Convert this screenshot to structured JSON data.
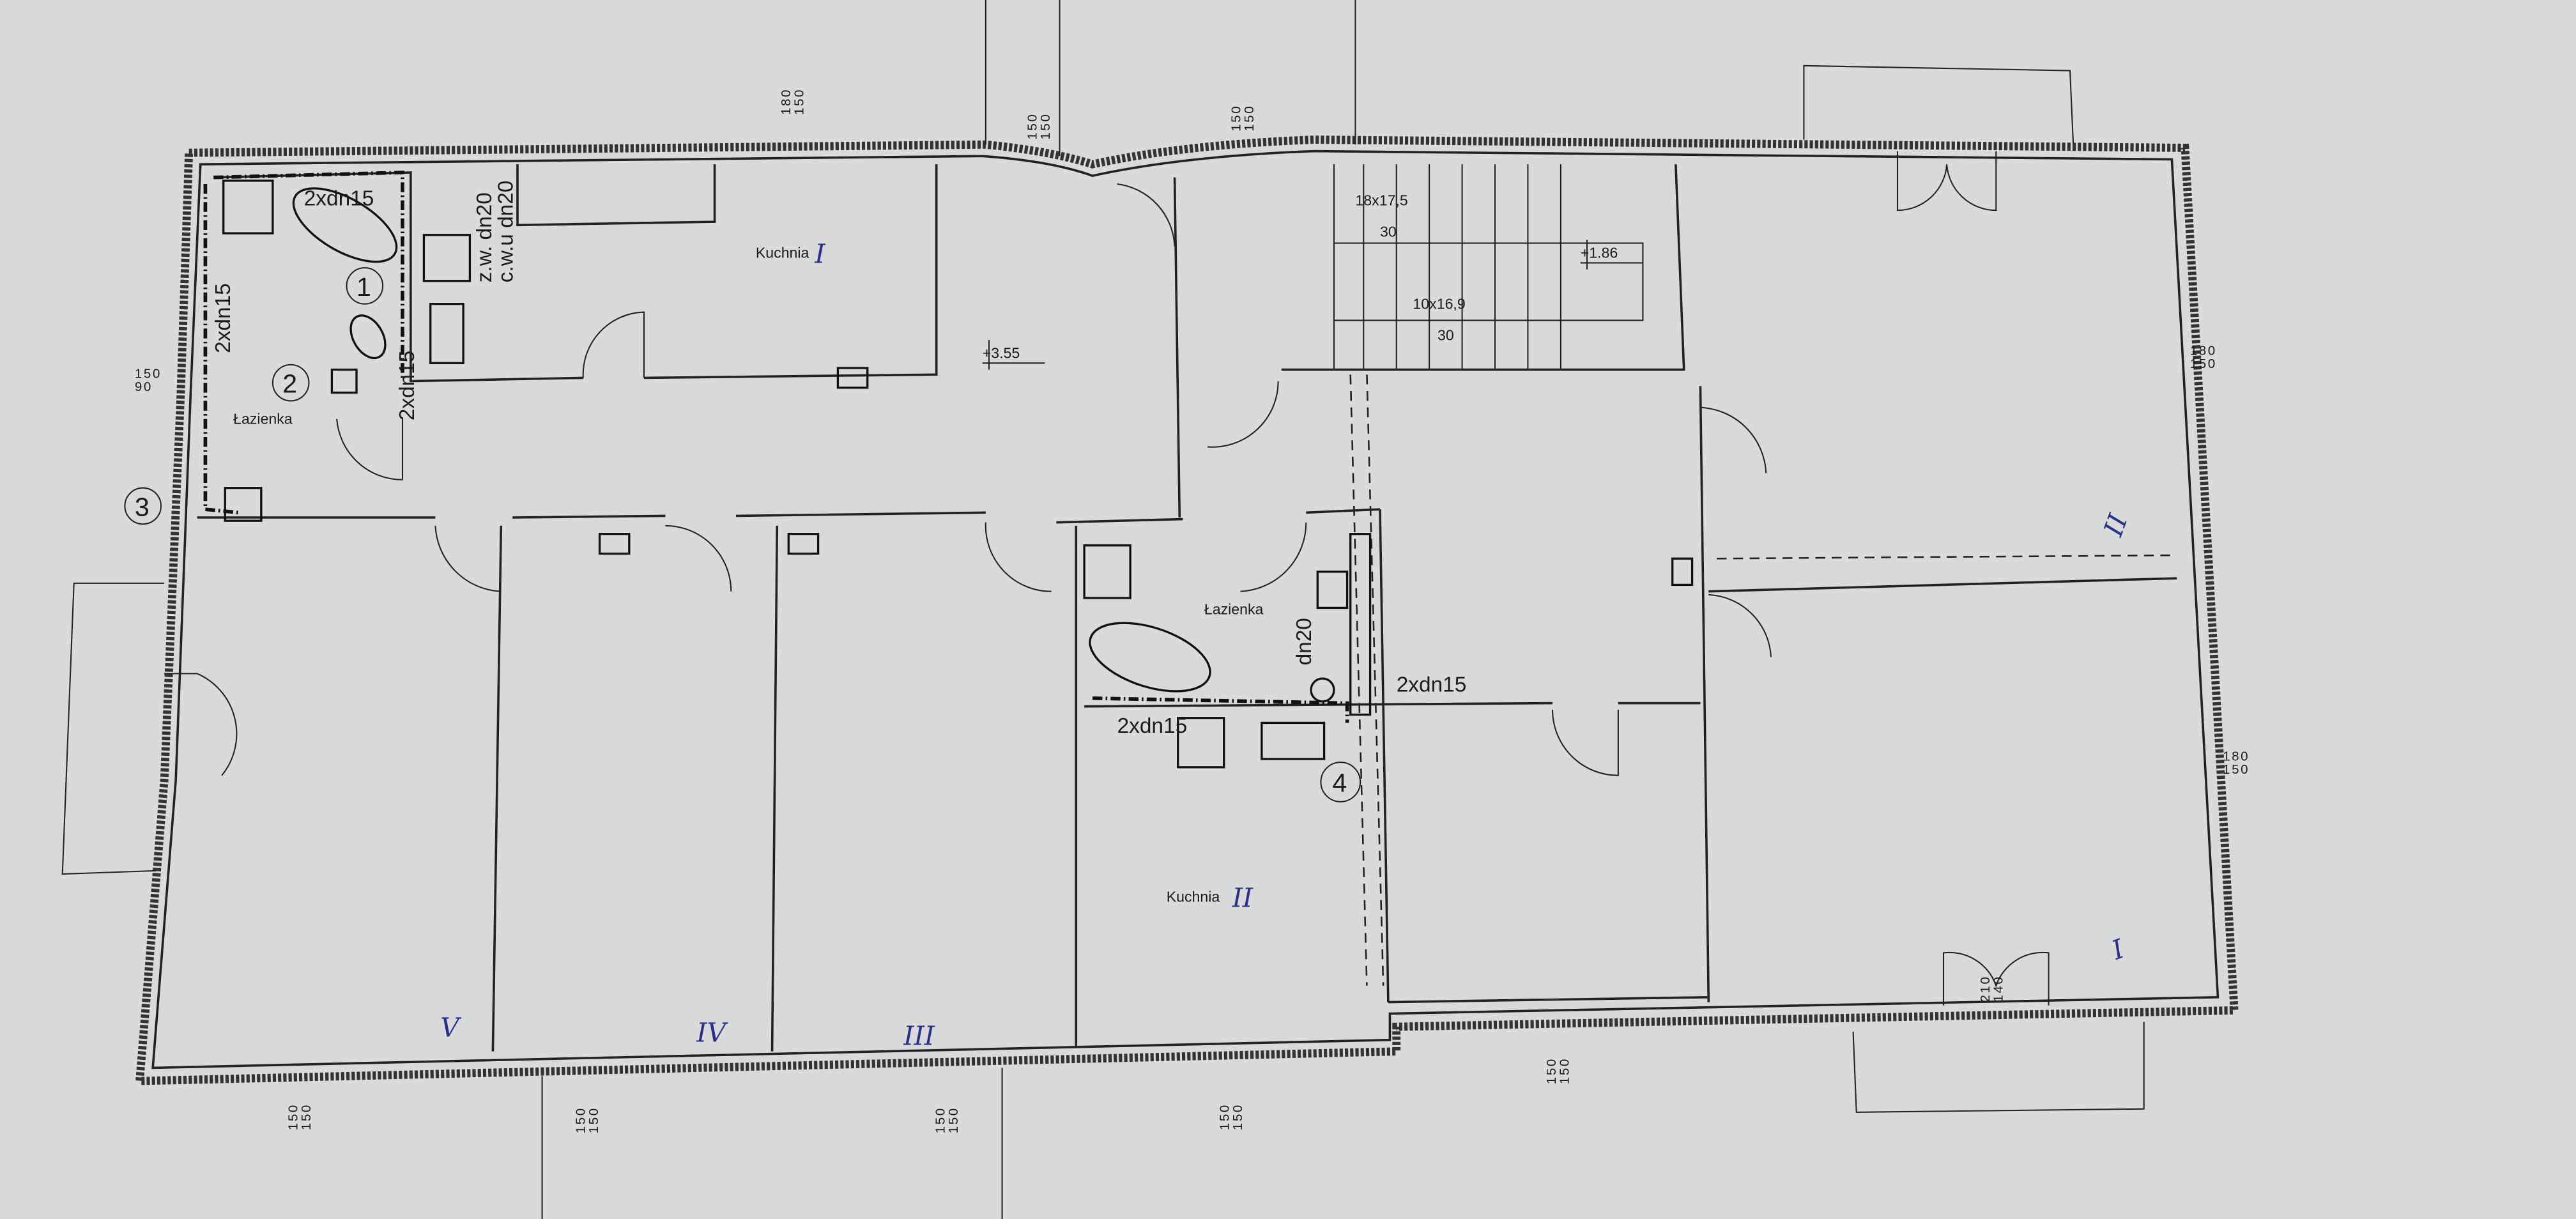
{
  "drawing": {
    "rooms": {
      "kitchen_1": "Kuchnia",
      "kitchen_1_num": "I",
      "kitchen_2": "Kuchnia",
      "kitchen_2_num": "II",
      "bathroom_1": "Łazienka",
      "bathroom_2": "Łazienka",
      "flat_numerals": [
        "I",
        "II",
        "III",
        "IV",
        "V"
      ]
    },
    "pipes": {
      "bath1_top": "2xdn15",
      "bath1_left": "2xdn15",
      "bath1_mid": "2xdn15",
      "cold_water": "z.w. dn20",
      "hot_water": "c.w.u dn20",
      "bath2_right": "2xdn15",
      "bath2_left": "2xdn15",
      "bath2_riser": "dn20"
    },
    "markers": [
      "1",
      "2",
      "3",
      "4"
    ],
    "elevations": [
      "+3.55",
      "+1.86"
    ],
    "stairs": {
      "upper_flight": "18x17,5",
      "upper_tread": "30",
      "lower_flight": "10x16,9",
      "lower_tread": "30"
    },
    "openings": {
      "top_1": [
        "180",
        "150"
      ],
      "top_2": [
        "150",
        "150"
      ],
      "top_3": [
        "150",
        "150"
      ],
      "left": [
        "150",
        "90"
      ],
      "right_1": [
        "180",
        "150"
      ],
      "right_2": [
        "180",
        "150"
      ],
      "bottom_1": [
        "150",
        "150"
      ],
      "bottom_2": [
        "150",
        "150"
      ],
      "bottom_3": [
        "150",
        "150"
      ],
      "bottom_4": [
        "150",
        "150"
      ],
      "bottom_5": [
        "150",
        "150"
      ],
      "entrance_door": [
        "210",
        "140"
      ]
    },
    "colors": {
      "paper": "#d9dbda",
      "ink": "#1a1a1a",
      "handwriting": "#2b2f8a"
    }
  }
}
